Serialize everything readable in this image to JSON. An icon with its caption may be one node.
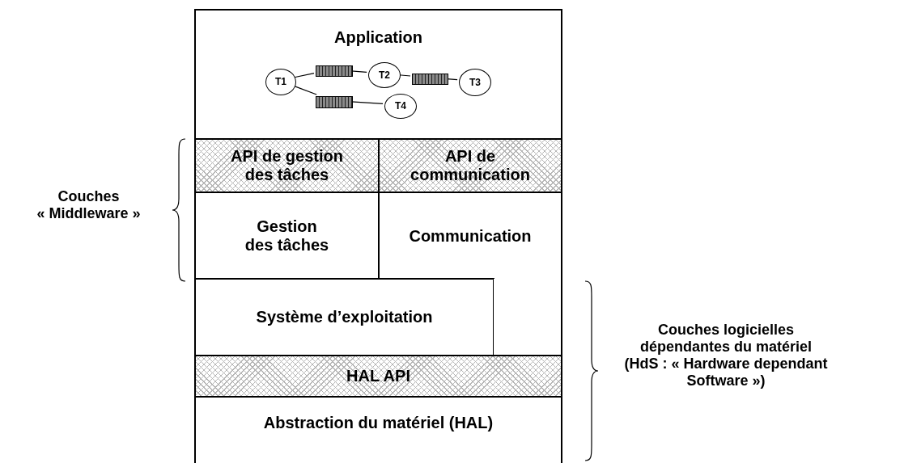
{
  "diagram": {
    "nodes": [
      {
        "text": [
          "Application"
        ]
      },
      {
        "text": [
          "T1"
        ],
        "in": 0
      },
      {
        "text": [
          "T2"
        ],
        "in": 0
      },
      {
        "text": [
          "T3"
        ],
        "in": 0
      },
      {
        "text": [
          "T4"
        ],
        "in": 0
      },
      {
        "text": [],
        "shape": "bar",
        "in": 0
      },
      {
        "text": [],
        "shape": "bar",
        "in": 0
      },
      {
        "text": [],
        "shape": "bar",
        "in": 0
      },
      {
        "text": [
          "API de gestion des tâches"
        ]
      },
      {
        "text": [
          "API de communication"
        ]
      },
      {
        "text": [
          "Gestion des tâches"
        ]
      },
      {
        "text": [
          "Communication"
        ]
      },
      {
        "text": [
          "Système d’exploitation"
        ]
      },
      {
        "text": [
          "HAL API"
        ]
      },
      {
        "text": [
          "Abstraction du matériel (HAL)"
        ]
      },
      {
        "text": [],
        "shape": "box"
      }
    ],
    "edges": [
      {
        "from": 1,
        "to": 5,
        "arrow": "none"
      },
      {
        "from": 5,
        "to": 2,
        "arrow": "none"
      },
      {
        "from": 2,
        "to": 6,
        "arrow": "none"
      },
      {
        "from": 6,
        "to": 3,
        "arrow": "none"
      },
      {
        "from": 1,
        "to": 7,
        "arrow": "none"
      },
      {
        "from": 7,
        "to": 4,
        "arrow": "none"
      }
    ],
    "labels": [
      "Couches « Middleware »",
      "Couches logicielles dépendantes du matériel (HdS : « Hardware dependant Software »)"
    ]
  }
}
